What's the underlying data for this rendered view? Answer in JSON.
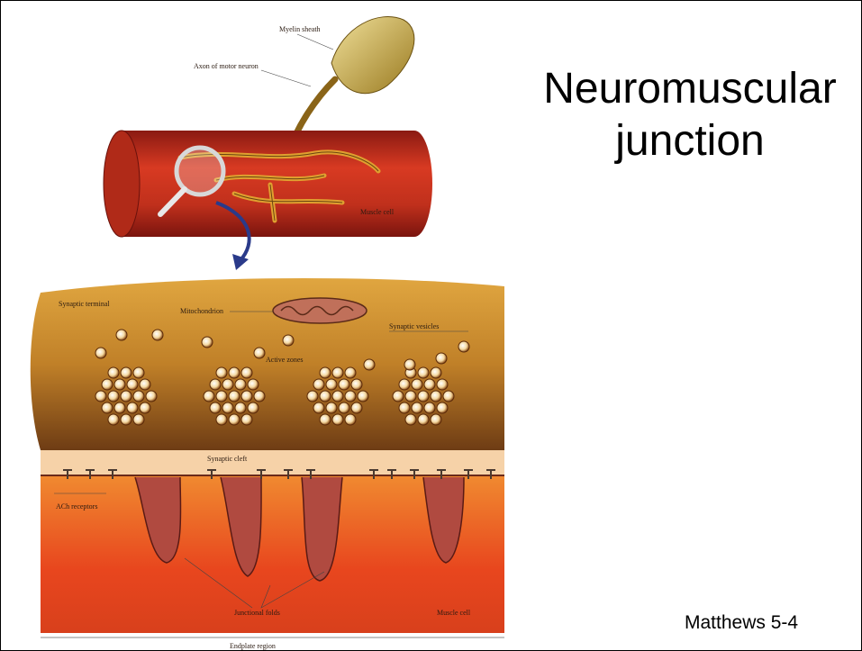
{
  "slide": {
    "title_line1": "Neuromuscular",
    "title_line2": "junction",
    "credit": "Matthews 5-4"
  },
  "figure": {
    "labels": {
      "myelin_sheath": "Myelin sheath",
      "axon": "Axon of motor neuron",
      "muscle_cell_top": "Muscle cell",
      "synaptic_terminal": "Synaptic terminal",
      "mitochondrion": "Mitochondrion",
      "synaptic_vesicles": "Synaptic vesicles",
      "active_zones": "Active zones",
      "synaptic_cleft": "Synaptic cleft",
      "ach_receptors": "ACh receptors",
      "junctional_folds": "Junctional folds",
      "muscle_cell_bottom": "Muscle cell",
      "endplate_region": "Endplate region"
    },
    "colors": {
      "muscle_red": "#c8321e",
      "axon_gold": "#b8892a",
      "terminal_amber": "#c98a2a",
      "cleft_peach": "#f6d2a8"
    }
  }
}
